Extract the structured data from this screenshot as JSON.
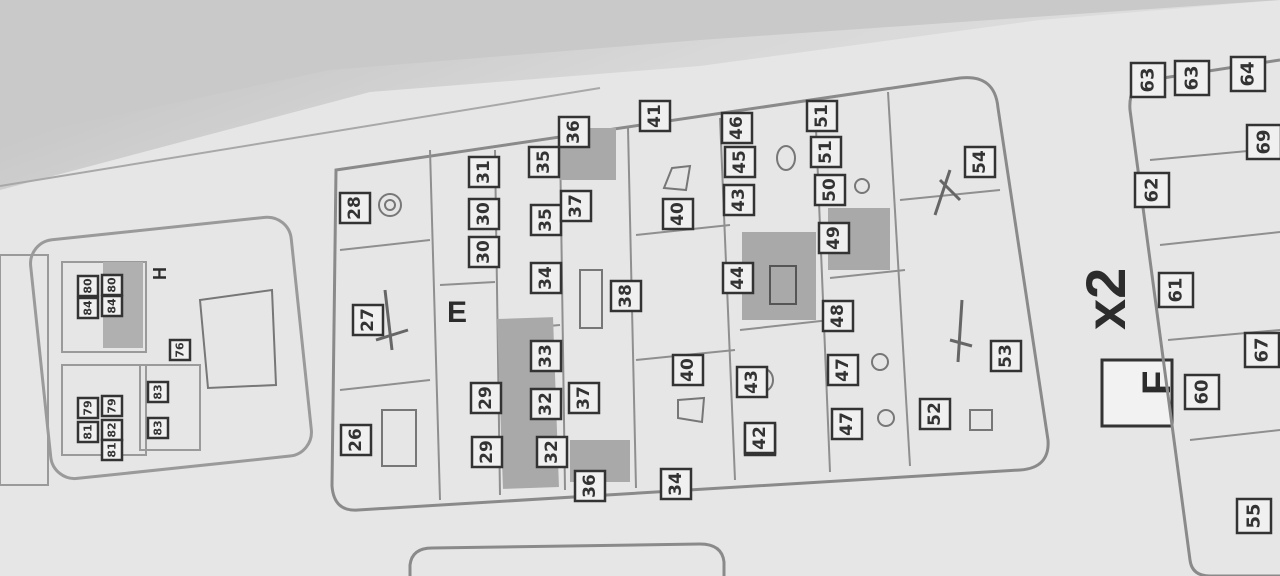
{
  "sheet": {
    "multiplier": "x2",
    "sprue_labels": {
      "e": "E",
      "f": "F",
      "h": "H"
    },
    "colors": {
      "paper": "#e6e6e6",
      "outline": "#8a8a8a",
      "shaded_part": "#a9a9a9",
      "ink": "#333333"
    }
  },
  "sprue_e": {
    "part_numbers": [
      "28",
      "31",
      "35",
      "36",
      "41",
      "46",
      "45",
      "51",
      "30",
      "30",
      "35",
      "37",
      "40",
      "43",
      "43",
      "50",
      "51",
      "49",
      "44",
      "34",
      "38",
      "27",
      "33",
      "40",
      "48",
      "29",
      "32",
      "37",
      "43",
      "47",
      "47",
      "53",
      "52",
      "26",
      "29",
      "32",
      "42",
      "36",
      "34",
      "54"
    ]
  },
  "sprue_h": {
    "part_numbers": [
      "80",
      "80",
      "84",
      "84",
      "76",
      "79",
      "79",
      "82",
      "81",
      "81",
      "83",
      "83"
    ]
  },
  "sprue_f": {
    "part_numbers": [
      "63",
      "63",
      "64",
      "69",
      "62",
      "61",
      "67",
      "60",
      "55"
    ]
  }
}
